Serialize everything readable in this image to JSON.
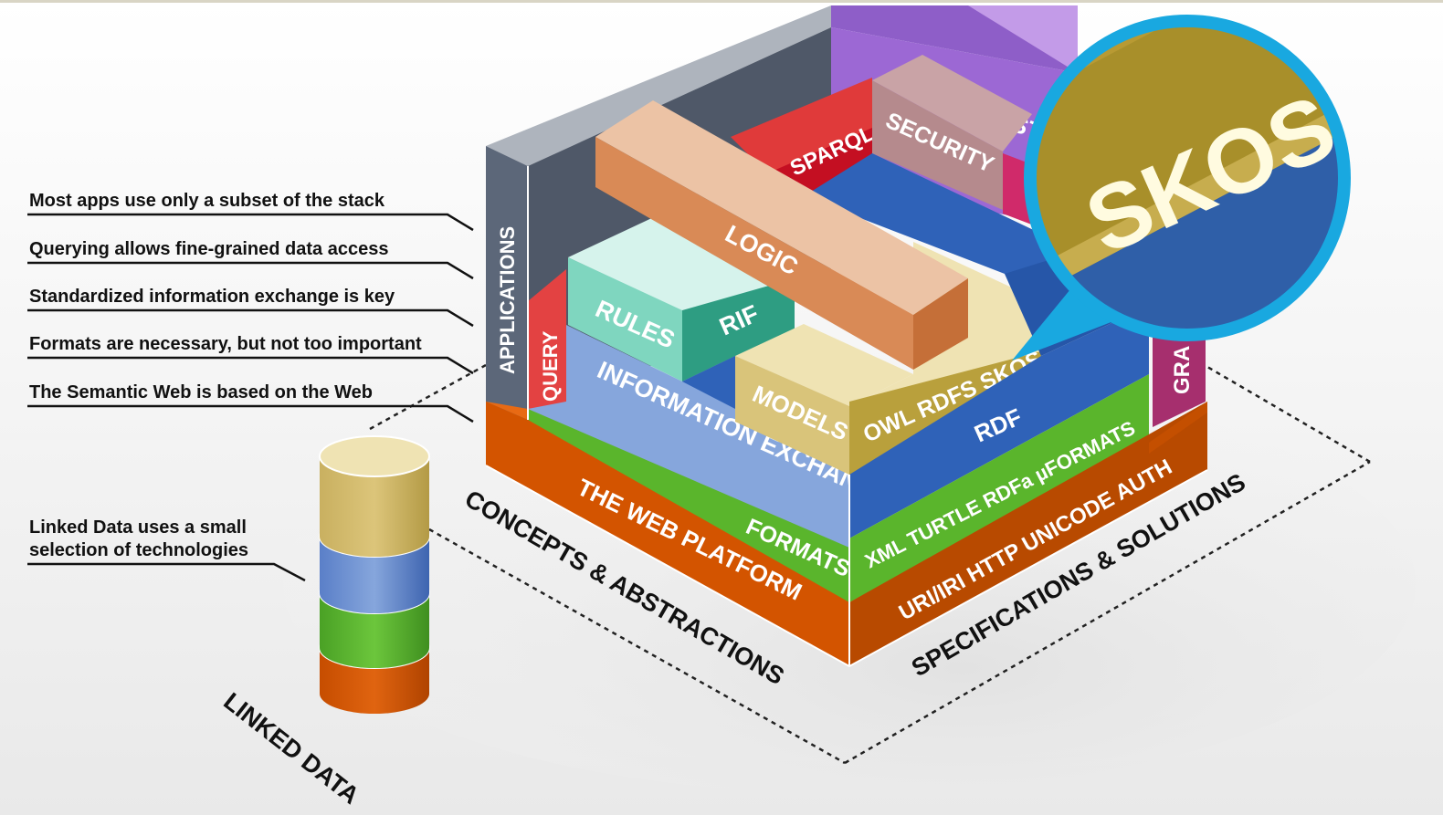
{
  "annotations": {
    "subset": "Most apps use only a subset of the stack",
    "querying": "Querying allows fine-grained data access",
    "exchange": "Standardized information exchange is key",
    "formats": "Formats are necessary, but not too important",
    "web": "The Semantic Web is based on the Web",
    "linked_line1": "Linked Data uses a small",
    "linked_line2": "selection of technologies"
  },
  "blocks": {
    "applications": "APPLICATIONS",
    "query": "QUERY",
    "rules": "RULES",
    "rif": "RIF",
    "logic": "LOGIC",
    "sparql": "SPARQL",
    "security": "SECURITY",
    "trust": "TRUST",
    "graphics": "GRA",
    "information_exchange": "INFORMATION EXCHANGE",
    "models": "MODELS",
    "owl_rdfs_skos": "OWL  RDFS  SKOS",
    "rdf": "RDF",
    "formats": "FORMATS",
    "formats_specs": "XML  TURTLE  RDFa  µFORMATS",
    "web_platform": "THE WEB PLATFORM",
    "web_specs": "URI/IRI  HTTP  UNICODE  AUTH"
  },
  "axes": {
    "concepts": "CONCEPTS & ABSTRACTIONS",
    "specs": "SPECIFICATIONS & SOLUTIONS",
    "linked_data": "LINKED DATA"
  },
  "magnifier": {
    "label": "SKOS"
  },
  "colors": {
    "web_orange": "#d35400",
    "formats_green": "#5ab52c",
    "rdf_blue": "#2f62b8",
    "info_blue": "#86a6dc",
    "owl_gold": "#b9a03c",
    "models_tan": "#d9c47a",
    "logic_tan": "#d98a56",
    "rules_mint": "#7fd6bf",
    "rif_teal": "#2e9d82",
    "sparql_red": "#cc1020",
    "security_mauve": "#b38a8e",
    "trust_purple": "#a86cd8",
    "magnifier_ring": "#19a8e0"
  }
}
